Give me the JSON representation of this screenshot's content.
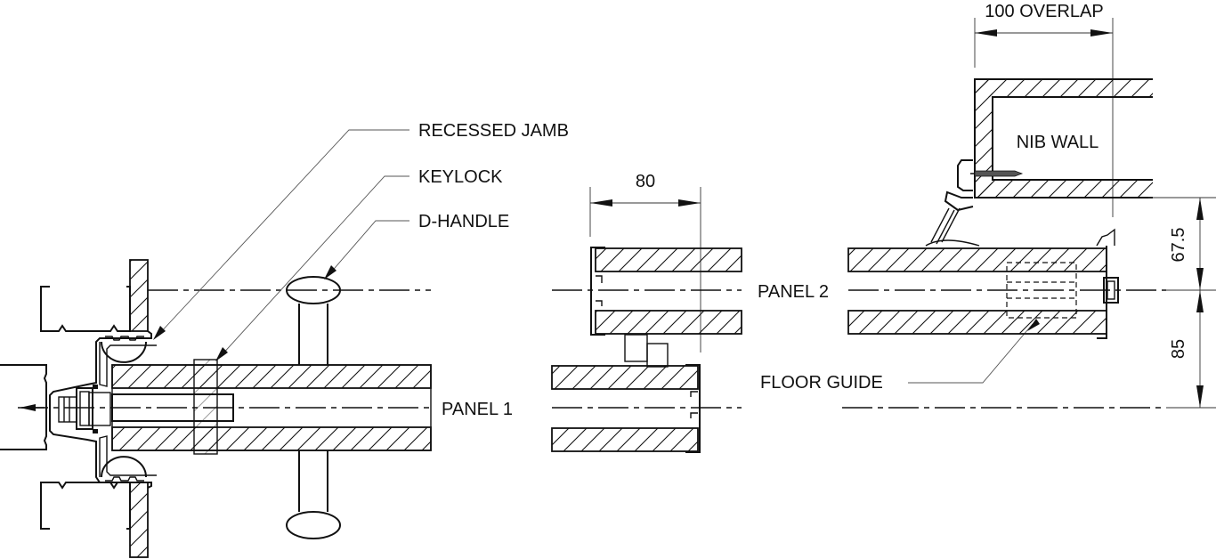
{
  "drawing": {
    "type": "sliding panel plan section",
    "labels": {
      "recessed_jamb": "RECESSED JAMB",
      "keylock": "KEYLOCK",
      "d_handle": "D-HANDLE",
      "panel_1": "PANEL 1",
      "panel_2": "PANEL 2",
      "floor_guide": "FLOOR GUIDE",
      "nib_wall": "NIB WALL"
    },
    "dimensions": {
      "overlap": "100 OVERLAP",
      "panel_offset": "80",
      "upper_gap": "67.5",
      "lower_gap": "85"
    },
    "colors": {
      "ink": "#111111",
      "background": "#ffffff"
    }
  }
}
